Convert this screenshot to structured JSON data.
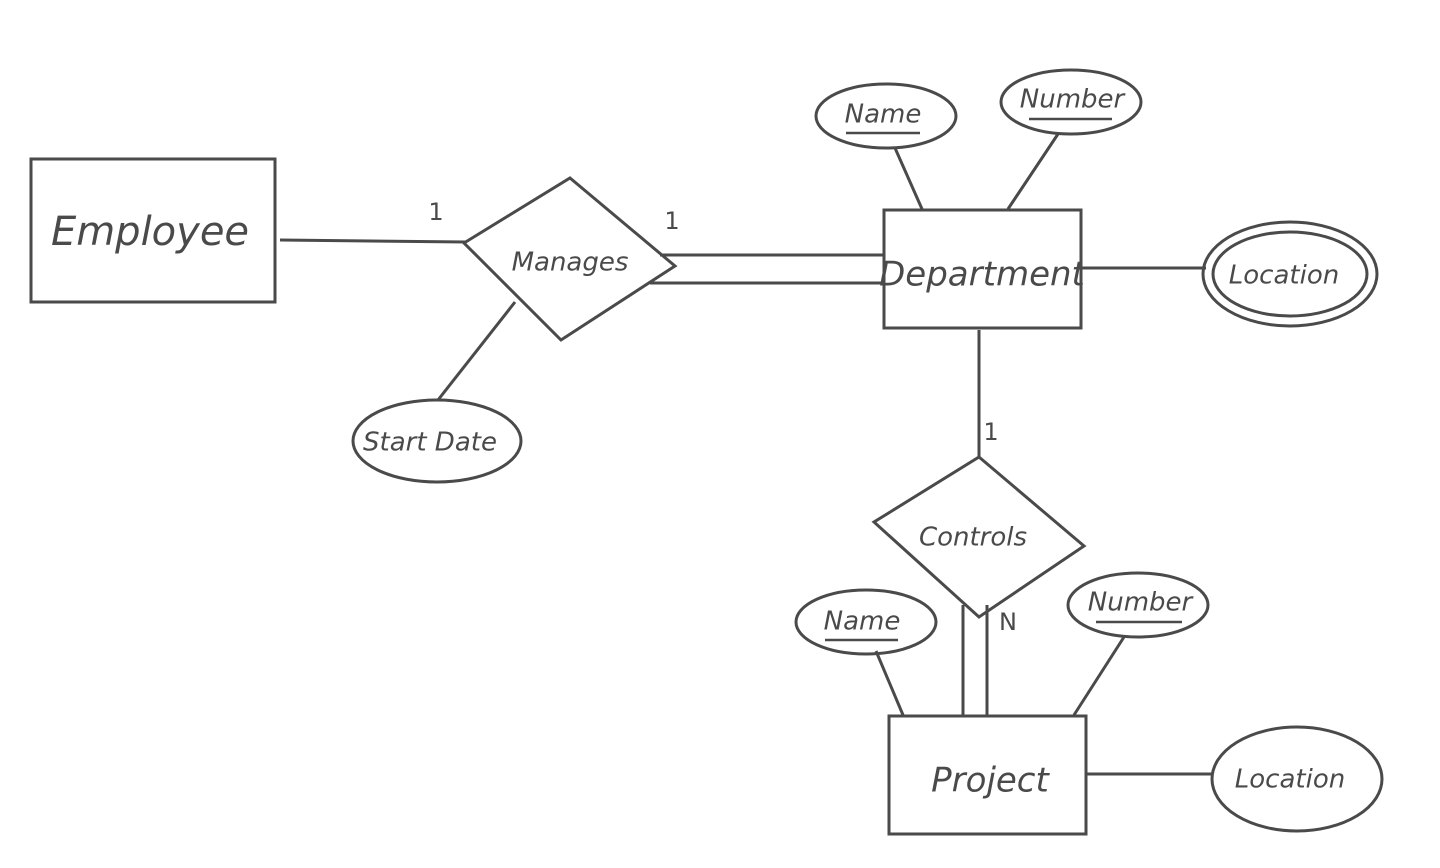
{
  "entities": {
    "employee": "Employee",
    "department": "Department",
    "project": "Project"
  },
  "relationships": {
    "manages": "Manages",
    "controls": "Controls"
  },
  "attributes": {
    "start_date": "Start Date",
    "dept_name": "Name",
    "dept_number": "Number",
    "dept_location": "Location",
    "proj_name": "Name",
    "proj_number": "Number",
    "proj_location": "Location"
  },
  "cardinalities": {
    "manages_employee": "1",
    "manages_department": "1",
    "controls_department": "1",
    "controls_project": "N"
  }
}
